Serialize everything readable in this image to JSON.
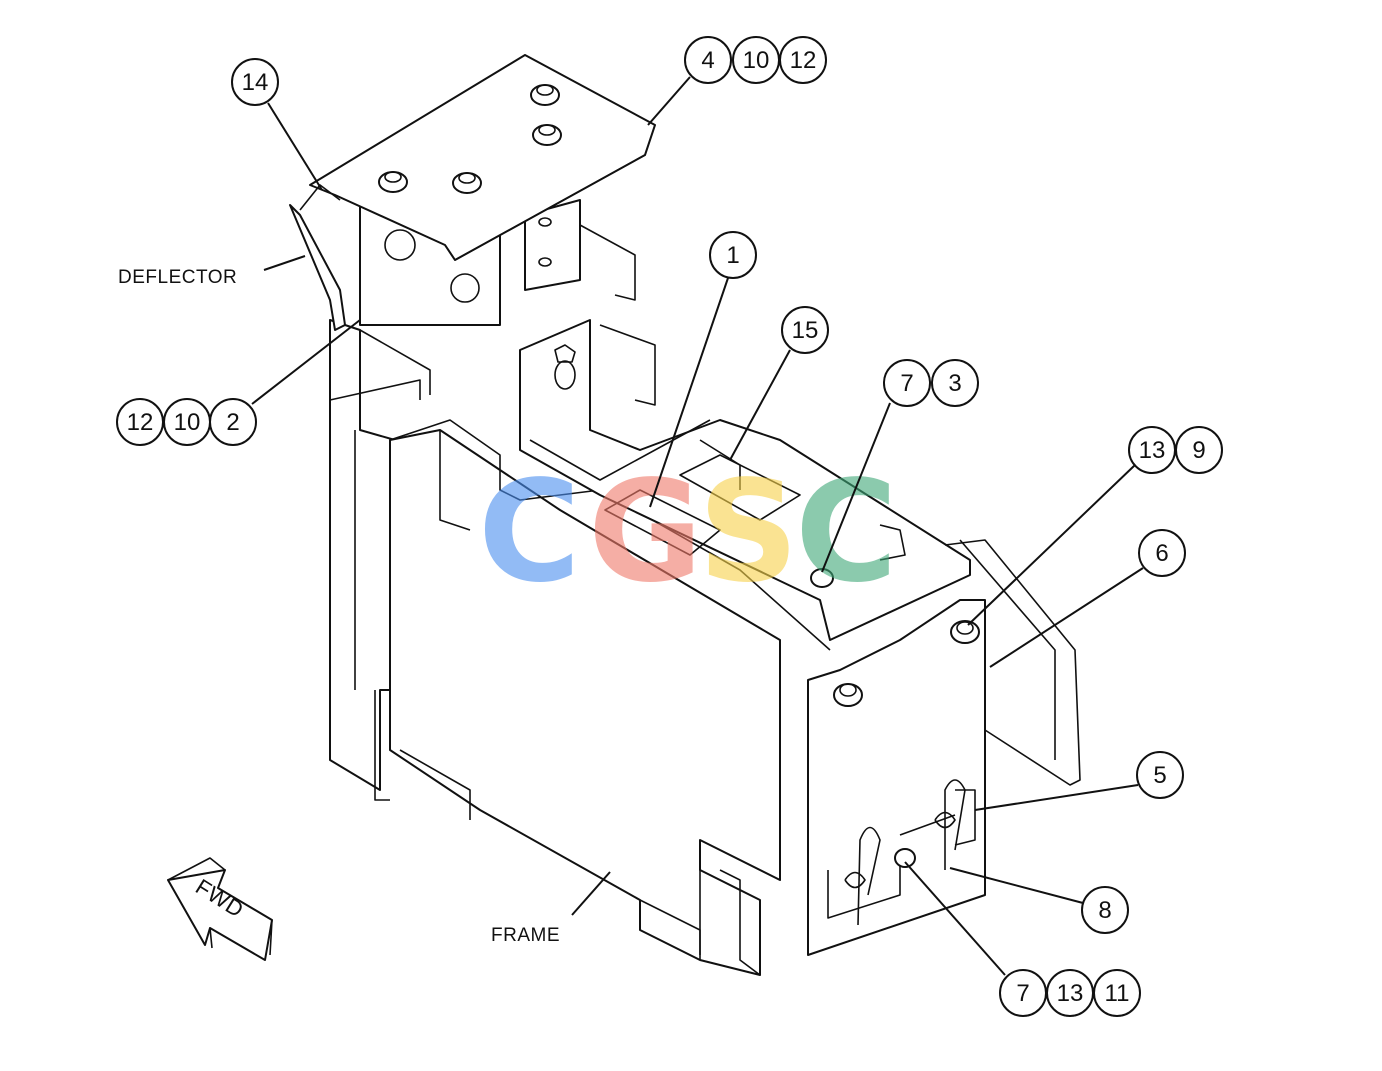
{
  "labels": {
    "deflector": "DEFLECTOR",
    "frame": "FRAME",
    "fwd": "FWD"
  },
  "watermark": {
    "letters": [
      "C",
      "G",
      "S",
      "C"
    ],
    "colors": [
      "#4a8ff0",
      "#f07a6a",
      "#f7d24a",
      "#3fa878"
    ]
  },
  "callouts": {
    "c14": "14",
    "c4": "4",
    "c10a": "10",
    "c12a": "12",
    "c12b": "12",
    "c10b": "10",
    "c2": "2",
    "c1": "1",
    "c15": "15",
    "c7a": "7",
    "c3": "3",
    "c13a": "13",
    "c9": "9",
    "c6": "6",
    "c5": "5",
    "c8": "8",
    "c7b": "7",
    "c13b": "13",
    "c11": "11"
  }
}
